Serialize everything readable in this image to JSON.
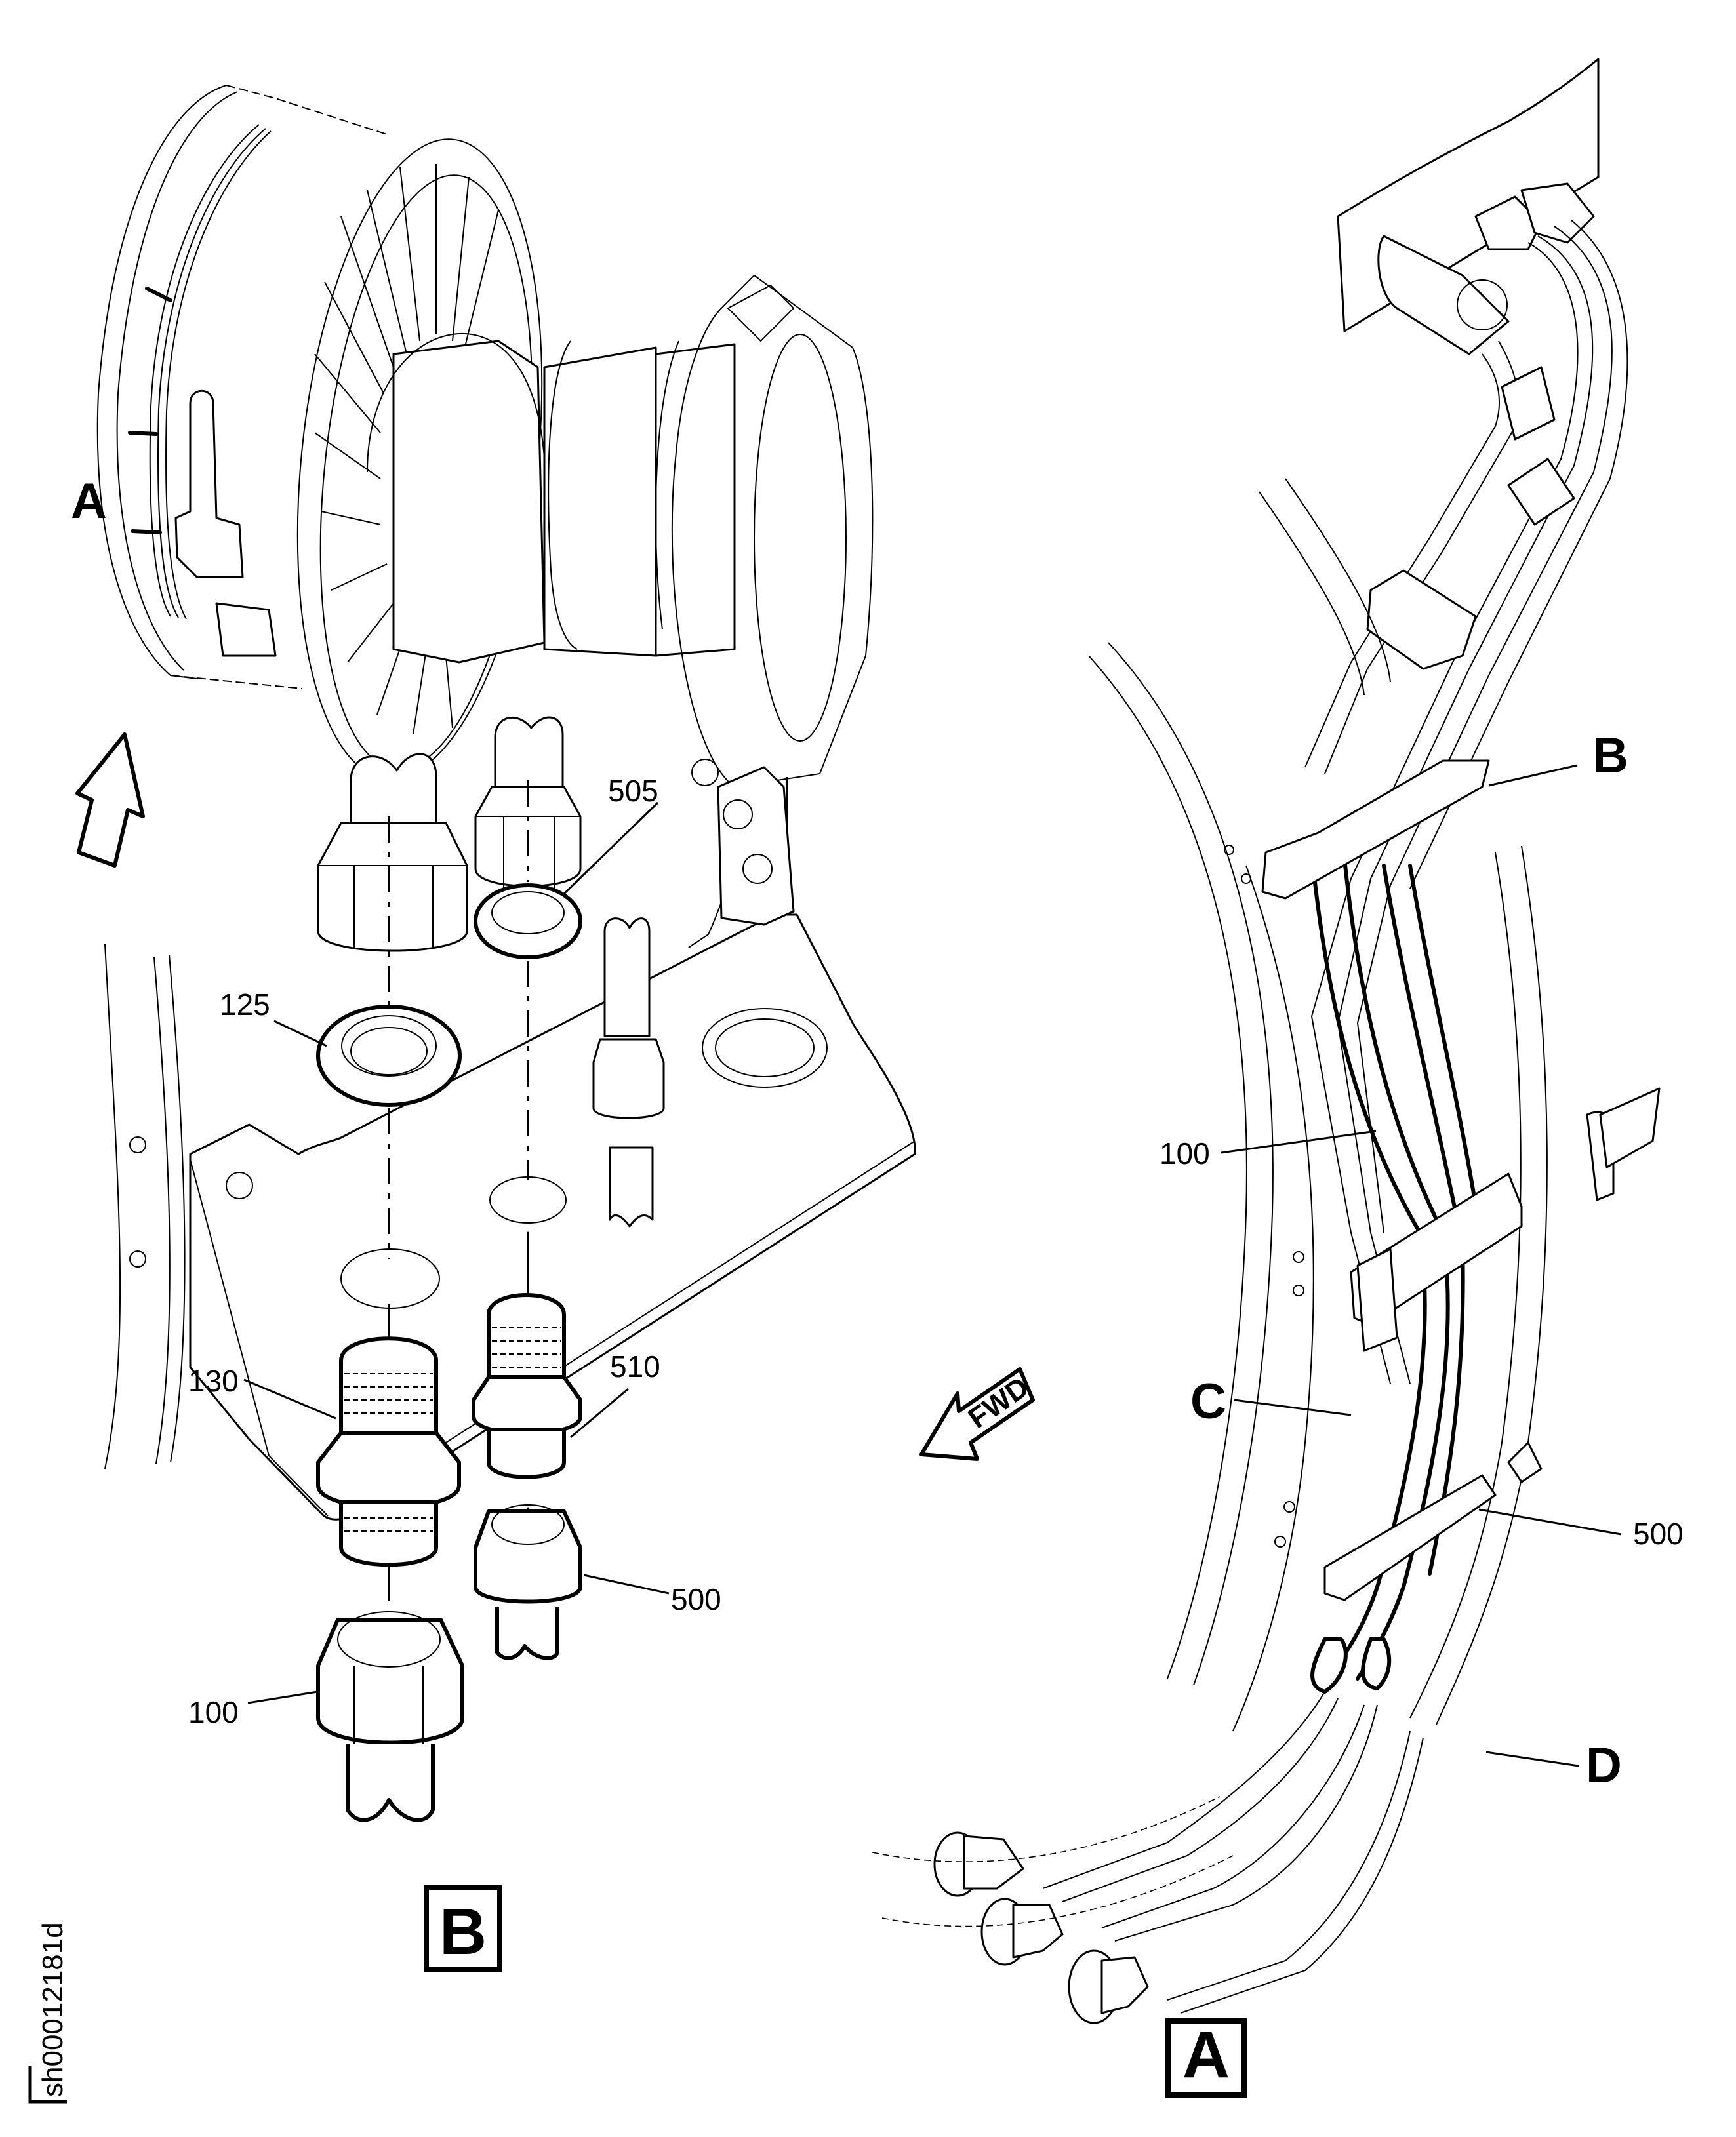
{
  "drawing": {
    "title": "Hydraulic tube / hose connection installation",
    "sheet_id": "sh00012181d",
    "view_arrow_label": "A",
    "views": [
      {
        "id": "view-a",
        "label": "A"
      },
      {
        "id": "view-b",
        "label": "B"
      }
    ],
    "detail_callouts": [
      "B",
      "C",
      "D"
    ],
    "direction_indicator": "FWD",
    "item_callouts": {
      "view_b": [
        {
          "item": "505"
        },
        {
          "item": "125"
        },
        {
          "item": "510"
        },
        {
          "item": "130"
        },
        {
          "item": "500"
        },
        {
          "item": "100"
        }
      ],
      "view_a": [
        {
          "item": "100"
        },
        {
          "item": "500"
        }
      ]
    }
  }
}
